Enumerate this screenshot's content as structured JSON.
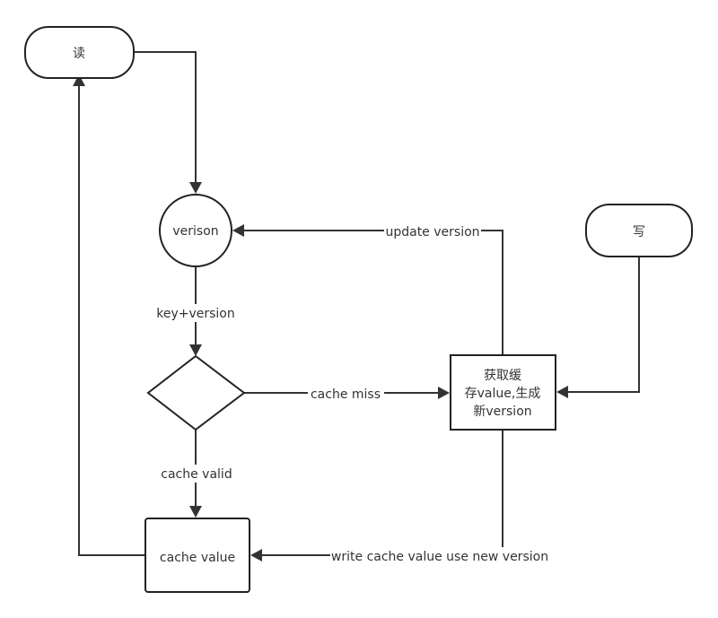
{
  "nodes": {
    "read": {
      "label": "读"
    },
    "version": {
      "label": "verison"
    },
    "check": {
      "label": ""
    },
    "cache_value": {
      "label": "cache value"
    },
    "write": {
      "label": "写"
    },
    "fetch": {
      "lines": [
        "获取缓",
        "存value,生成",
        "新version"
      ]
    }
  },
  "edges": {
    "key_version": "key+version",
    "cache_valid": "cache valid",
    "cache_miss": "cache miss",
    "update_version": "update version",
    "write_cache": "write cache value use new version"
  }
}
